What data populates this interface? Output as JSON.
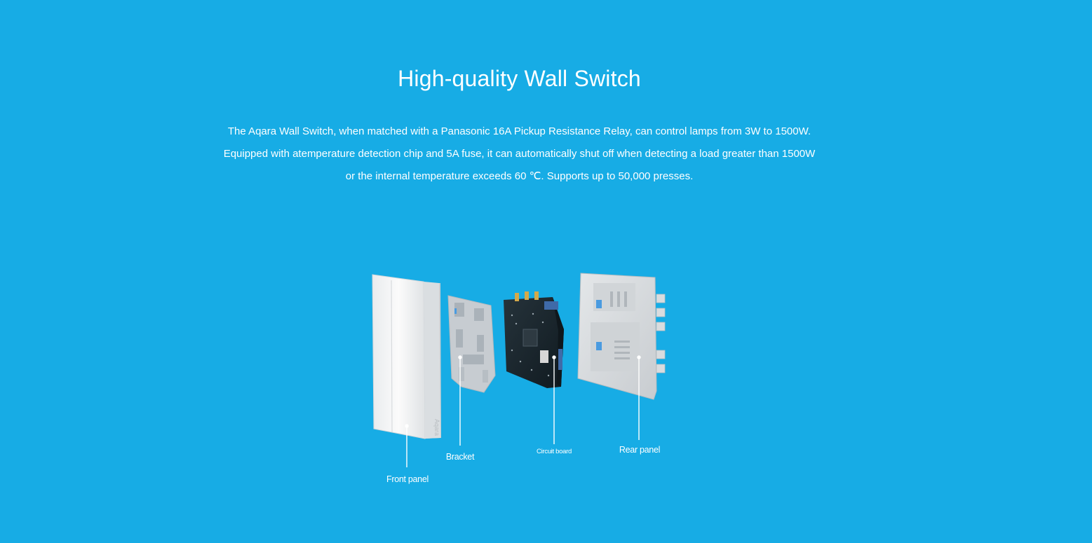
{
  "section": {
    "title": "High-quality Wall Switch",
    "description_lines": [
      "The Aqara Wall Switch, when matched with a Panasonic 16A Pickup Resistance Relay, can control lamps from 3W to 1500W.",
      "Equipped with atemperature detection chip and 5A fuse, it can automatically shut off when detecting a load greater than 1500W",
      "or the internal temperature exceeds 60 ℃. Supports up to 50,000 presses."
    ]
  },
  "product": {
    "brand_mark": "Aqara",
    "callouts": {
      "front_panel": "Front panel",
      "bracket": "Bracket",
      "circuit_board": "Circuit board",
      "rear_panel": "Rear panel"
    }
  },
  "colors": {
    "background": "#17ace5",
    "text": "#ffffff"
  }
}
